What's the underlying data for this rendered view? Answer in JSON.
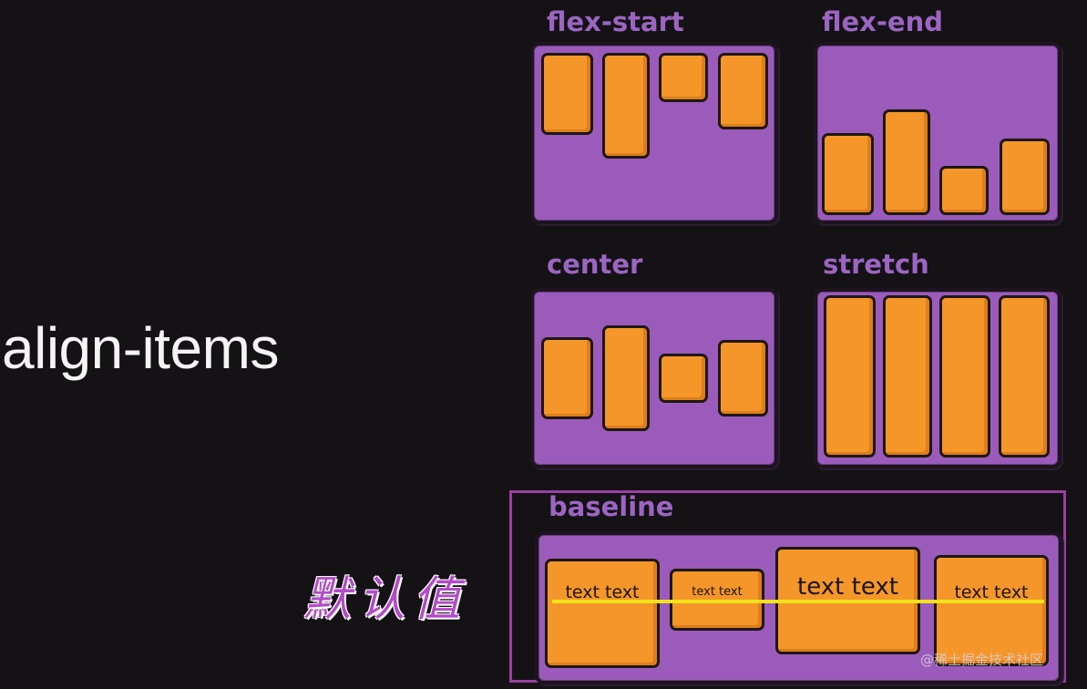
{
  "title": "align-items",
  "annotation": "默认值",
  "watermark": "@稀土掘金技术社区",
  "colors": {
    "panel": "#9a5bbb",
    "item": "#f5962a",
    "baseline": "#f3e11a",
    "label": "#9c65c2",
    "frame": "#9b3fa3"
  },
  "panels": {
    "flex_start": {
      "label": "flex-start"
    },
    "flex_end": {
      "label": "flex-end"
    },
    "center": {
      "label": "center"
    },
    "stretch": {
      "label": "stretch"
    },
    "baseline": {
      "label": "baseline",
      "items": [
        "text text",
        "text text",
        "text text",
        "text text"
      ]
    }
  }
}
